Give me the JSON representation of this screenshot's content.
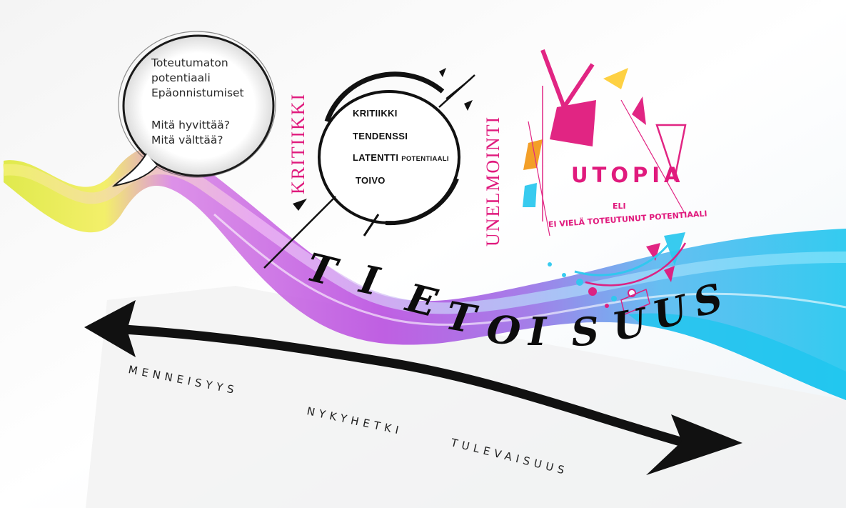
{
  "bubble": {
    "line1": "Toteutumaton",
    "line2": "potentiaali",
    "line3": "Epäonnistumiset",
    "line4": "Mitä hyvittää?",
    "line5": "Mitä välttää?"
  },
  "kritiikki_vertical": "KRITIIKKI",
  "unelmointi_vertical": "UNELMOINTI",
  "circle_items": {
    "item1": "KRITIIKKI",
    "item2": "TENDENSSI",
    "item3_main": "LATENTTI",
    "item3_small": "POTENTIAALI",
    "item4": "TOIVO"
  },
  "utopia": {
    "title": "UTOPIA",
    "eli": "ELI",
    "subtitle": "EI VIELÄ TOTEUTUNUT POTENTIAALI"
  },
  "wave_word": "TIETOISUUS",
  "timeline": {
    "past": "MENNEISYYS",
    "present": "NYKYHETKI",
    "future": "TULEVAISUUS"
  },
  "colors": {
    "accent_pink": "#e01a7d",
    "wave_purple": "#c45ee0",
    "wave_cyan": "#2ec9ef",
    "wave_yellow": "#e8e83a",
    "arrow": "#111111"
  }
}
